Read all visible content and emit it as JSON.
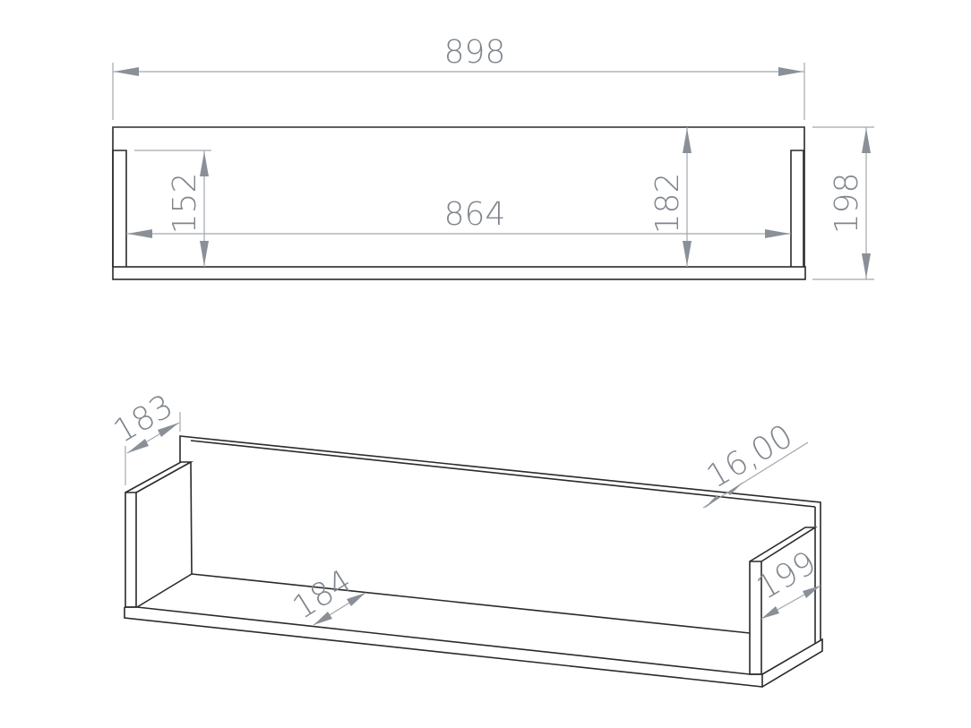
{
  "diagram": {
    "type": "technical-drawing",
    "subject": "wall-shelf",
    "colors": {
      "outline": "#2a2a2a",
      "dimension_line": "#a4a8ac",
      "dimension_arrow": "#8a9097",
      "dimension_text": "#80868d",
      "background": "#ffffff"
    },
    "front_view": {
      "overall_width": "898",
      "inner_width": "864",
      "side_panel_height": "152",
      "inner_height": "182",
      "overall_height": "198"
    },
    "isometric_view": {
      "side_depth": "183",
      "panel_thickness": "16,00",
      "base_depth": "184",
      "side_panel_depth": "199"
    }
  }
}
